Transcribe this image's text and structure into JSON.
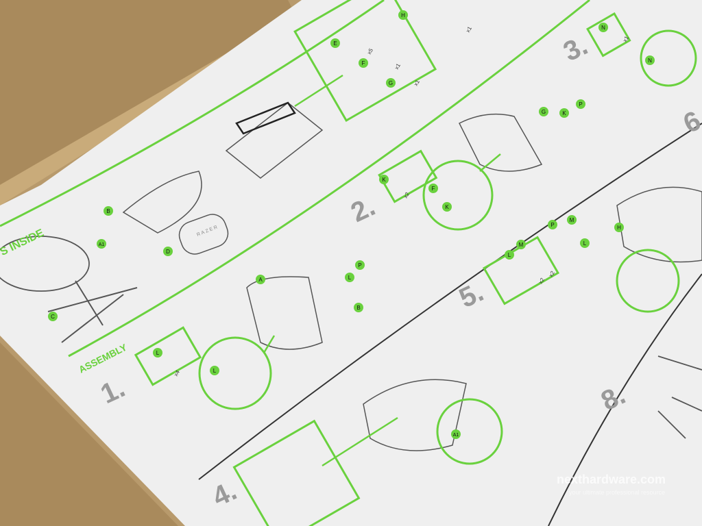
{
  "colors": {
    "accent": "#6ad13e",
    "cardboard": "#b89a6c",
    "paper": "#efefef",
    "step_grey": "#9a9a9a",
    "line": "#555555"
  },
  "headings": {
    "whats_inside": "'S INSIDE",
    "assembly": "ASSEMBLY"
  },
  "steps": {
    "s1": "1.",
    "s2": "2.",
    "s3": "3.",
    "s4": "4.",
    "s5": "5.",
    "s6": "6",
    "s8": "8."
  },
  "part_labels": {
    "A": "A",
    "A1": "A1",
    "B": "B",
    "C": "C",
    "D": "D",
    "E": "E",
    "F": "F",
    "G": "G",
    "H": "H",
    "K": "K",
    "L": "L",
    "M": "M",
    "N": "N",
    "P": "P"
  },
  "quantities": {
    "x1": "x1",
    "x2": "x2",
    "x4": "x4",
    "x5": "x5"
  },
  "pillow_brand": "RAZER",
  "watermark": {
    "brand": "nexthardware.com",
    "tagline": "your ultimate professional resource"
  }
}
